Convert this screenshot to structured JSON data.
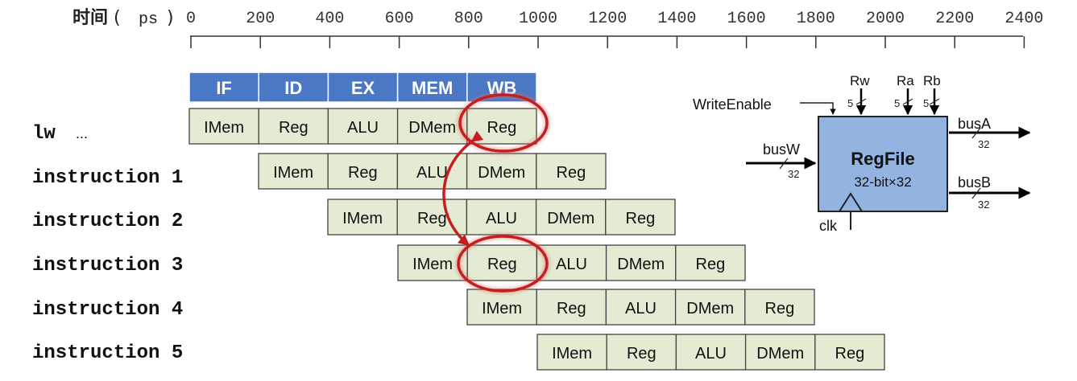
{
  "axis": {
    "label_cn": "时间",
    "label_open": "(",
    "label_unit": "ps",
    "label_close": ")",
    "ticks": [
      "0",
      "200",
      "400",
      "600",
      "800",
      "1000",
      "1200",
      "1400",
      "1600",
      "1800",
      "2000",
      "2200",
      "2400"
    ]
  },
  "stage_headers": [
    "IF",
    "ID",
    "EX",
    "MEM",
    "WB"
  ],
  "instructions": [
    {
      "name": "lw",
      "suffix": "...",
      "stages": [
        "IMem",
        "Reg",
        "ALU",
        "DMem",
        "Reg"
      ]
    },
    {
      "name": "instruction 1",
      "stages": [
        "IMem",
        "Reg",
        "ALU",
        "DMem",
        "Reg"
      ]
    },
    {
      "name": "instruction 2",
      "stages": [
        "IMem",
        "Reg",
        "ALU",
        "DMem",
        "Reg"
      ]
    },
    {
      "name": "instruction 3",
      "stages": [
        "IMem",
        "Reg",
        "ALU",
        "DMem",
        "Reg"
      ]
    },
    {
      "name": "instruction 4",
      "stages": [
        "IMem",
        "Reg",
        "ALU",
        "DMem",
        "Reg"
      ]
    },
    {
      "name": "instruction 5",
      "stages": [
        "IMem",
        "Reg",
        "ALU",
        "DMem",
        "Reg"
      ]
    }
  ],
  "regfile": {
    "title": "RegFile",
    "subtitle": "32-bit×32",
    "write_enable": "WriteEnable",
    "rw": "Rw",
    "ra": "Ra",
    "rb": "Rb",
    "addr_width": "5",
    "busW": "busW",
    "busA": "busA",
    "busB": "busB",
    "bus_width": "32",
    "clk": "clk"
  },
  "colors": {
    "header_fill": "#4a78c4",
    "header_text": "#ffffff",
    "cell_fill": "#e3ebd3",
    "cell_stroke": "#444444",
    "regfile_fill": "#93b3e0",
    "highlight": "#c41e1e"
  }
}
